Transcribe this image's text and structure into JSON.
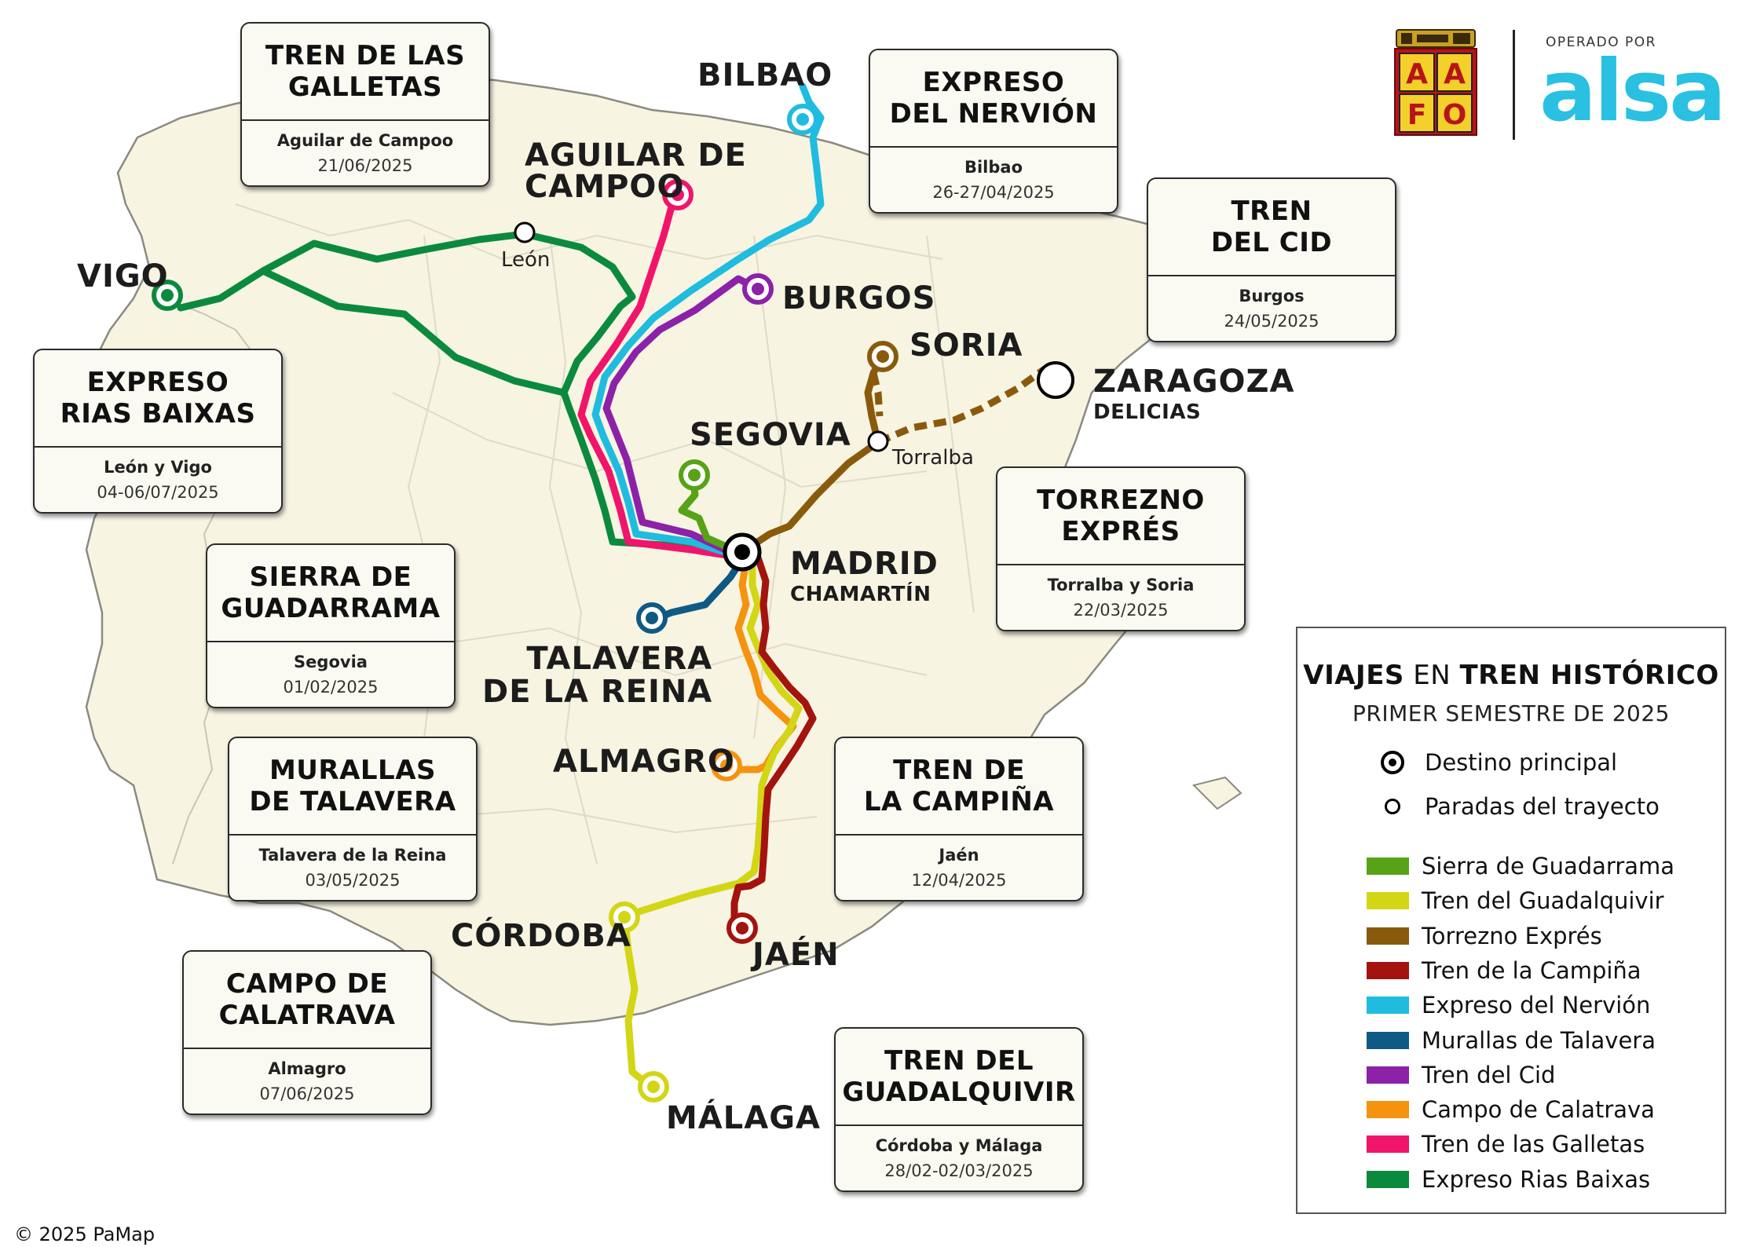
{
  "title_bold_1": "VIAJES",
  "title_mid": "EN",
  "title_bold_2": "TREN HISTÓRICO",
  "subtitle": "PRIMER SEMESTRE DE 2025",
  "legend": {
    "main_dest": "Destino principal",
    "stops": "Paradas del trayecto",
    "routes": [
      {
        "name": "Sierra de Guadarrama",
        "color": "#58a217"
      },
      {
        "name": "Tren del Guadalquivir",
        "color": "#d2d614"
      },
      {
        "name": "Torrezno Exprés",
        "color": "#8a5a0c"
      },
      {
        "name": "Tren de la Campiña",
        "color": "#a4140f"
      },
      {
        "name": "Expreso del Nervión",
        "color": "#1fbcdf"
      },
      {
        "name": "Murallas de Talavera",
        "color": "#0f5a85"
      },
      {
        "name": "Tren del Cid",
        "color": "#8b22a8"
      },
      {
        "name": "Campo de Calatrava",
        "color": "#f5930f"
      },
      {
        "name": "Tren de las Galletas",
        "color": "#f0156a"
      },
      {
        "name": "Expreso Rias Baixas",
        "color": "#0b8a3e"
      }
    ]
  },
  "cities": {
    "bilbao": "BILBAO",
    "aguilar_1": "AGUILAR DE",
    "aguilar_2": "CAMPOO",
    "vigo": "VIGO",
    "burgos": "BURGOS",
    "soria": "SORIA",
    "zaragoza": "ZARAGOZA",
    "zaragoza_sub": "DELICIAS",
    "segovia": "SEGOVIA",
    "madrid": "MADRID",
    "madrid_sub": "CHAMARTÍN",
    "talavera_1": "TALAVERA",
    "talavera_2": "DE LA REINA",
    "almagro": "ALMAGRO",
    "cordoba": "CÓRDOBA",
    "jaen": "JAÉN",
    "malaga": "MÁLAGA"
  },
  "stops": {
    "leon": "León",
    "torralba": "Torralba"
  },
  "boxes": {
    "galletas": {
      "title1": "TREN DE LAS",
      "title2": "GALLETAS",
      "place": "Aguilar de Campoo",
      "date": "21/06/2025"
    },
    "nervion": {
      "title1": "EXPRESO",
      "title2": "DEL NERVIÓN",
      "place": "Bilbao",
      "date": "26-27/04/2025"
    },
    "cid": {
      "title1": "TREN",
      "title2": "DEL CID",
      "place": "Burgos",
      "date": "24/05/2025"
    },
    "rias": {
      "title1": "EXPRESO",
      "title2": "RIAS BAIXAS",
      "place": "León y Vigo",
      "date": "04-06/07/2025"
    },
    "torrezno": {
      "title1": "TORREZNO",
      "title2": "EXPRÉS",
      "place": "Torralba y Soria",
      "date": "22/03/2025"
    },
    "guadarrama": {
      "title1": "SIERRA DE",
      "title2": "GUADARRAMA",
      "place": "Segovia",
      "date": "01/02/2025"
    },
    "murallas": {
      "title1": "MURALLAS",
      "title2": "DE TALAVERA",
      "place": "Talavera de la Reina",
      "date": "03/05/2025"
    },
    "campina": {
      "title1": "TREN DE",
      "title2": "LA CAMPIÑA",
      "place": "Jaén",
      "date": "12/04/2025"
    },
    "calatrava": {
      "title1": "CAMPO DE",
      "title2": "CALATRAVA",
      "place": "Almagro",
      "date": "07/06/2025"
    },
    "guadalquivir": {
      "title1": "TREN DEL",
      "title2": "GUADALQUIVIR",
      "place": "Córdoba y Málaga",
      "date": "28/02-02/03/2025"
    }
  },
  "logo": {
    "letters": [
      "A",
      "A",
      "F",
      "O"
    ],
    "operated_by": "OPERADO POR",
    "brand": "alsa"
  },
  "copyright": "© 2025 PaMap"
}
